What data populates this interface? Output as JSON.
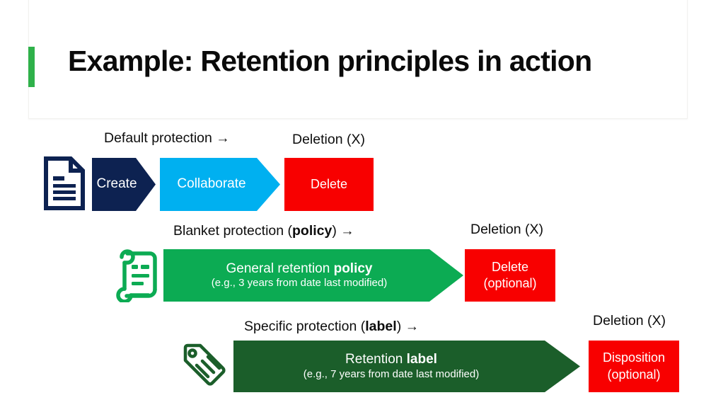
{
  "slide": {
    "title": "Example: Retention principles in action",
    "accent_color": "#2fb14a"
  },
  "colors": {
    "navy": "#0d2251",
    "light_blue": "#00b0f0",
    "red": "#f80000",
    "green": "#0cab53",
    "dark_green": "#1b5e2a",
    "title_accent": "#2fb14a",
    "text": "#0d0d0d"
  },
  "rows": [
    {
      "id": "default-protection",
      "caption_prefix": "Default protection ",
      "caption_bold": "",
      "caption_suffix": "→",
      "caption_full": "Default protection →",
      "deletion_caption": "Deletion (X)",
      "icon": "document-icon",
      "stages": [
        {
          "label": "Create",
          "sub": "",
          "color": "#0d2251",
          "shape": "chevron"
        },
        {
          "label": "Collaborate",
          "sub": "",
          "color": "#00b0f0",
          "shape": "chevron"
        }
      ],
      "terminal": {
        "label": "Delete",
        "sub": "",
        "color": "#f80000",
        "shape": "rect"
      }
    },
    {
      "id": "blanket-protection",
      "caption_prefix": "Blanket protection (",
      "caption_bold": "policy",
      "caption_suffix": ") →",
      "caption_full": "Blanket protection (policy) →",
      "deletion_caption": "Deletion (X)",
      "icon": "scroll-icon",
      "stages": [
        {
          "label_prefix": "General retention ",
          "label_bold": "policy",
          "label": "General retention policy",
          "sub": "(e.g., 3 years from date last modified)",
          "color": "#0cab53",
          "shape": "chevron"
        }
      ],
      "terminal": {
        "label": "Delete",
        "sub": "(optional)",
        "color": "#f80000",
        "shape": "rect"
      }
    },
    {
      "id": "specific-protection",
      "caption_prefix": "Specific protection (",
      "caption_bold": "label",
      "caption_suffix": ") →",
      "caption_full": "Specific protection (label) →",
      "deletion_caption": "Deletion (X)",
      "icon": "tag-icon",
      "stages": [
        {
          "label_prefix": "Retention ",
          "label_bold": "label",
          "label": "Retention label",
          "sub": "(e.g., 7 years from date last modified)",
          "color": "#1b5e2a",
          "shape": "chevron"
        }
      ],
      "terminal": {
        "label": "Disposition",
        "sub": "(optional)",
        "color": "#f80000",
        "shape": "rect"
      }
    }
  ]
}
